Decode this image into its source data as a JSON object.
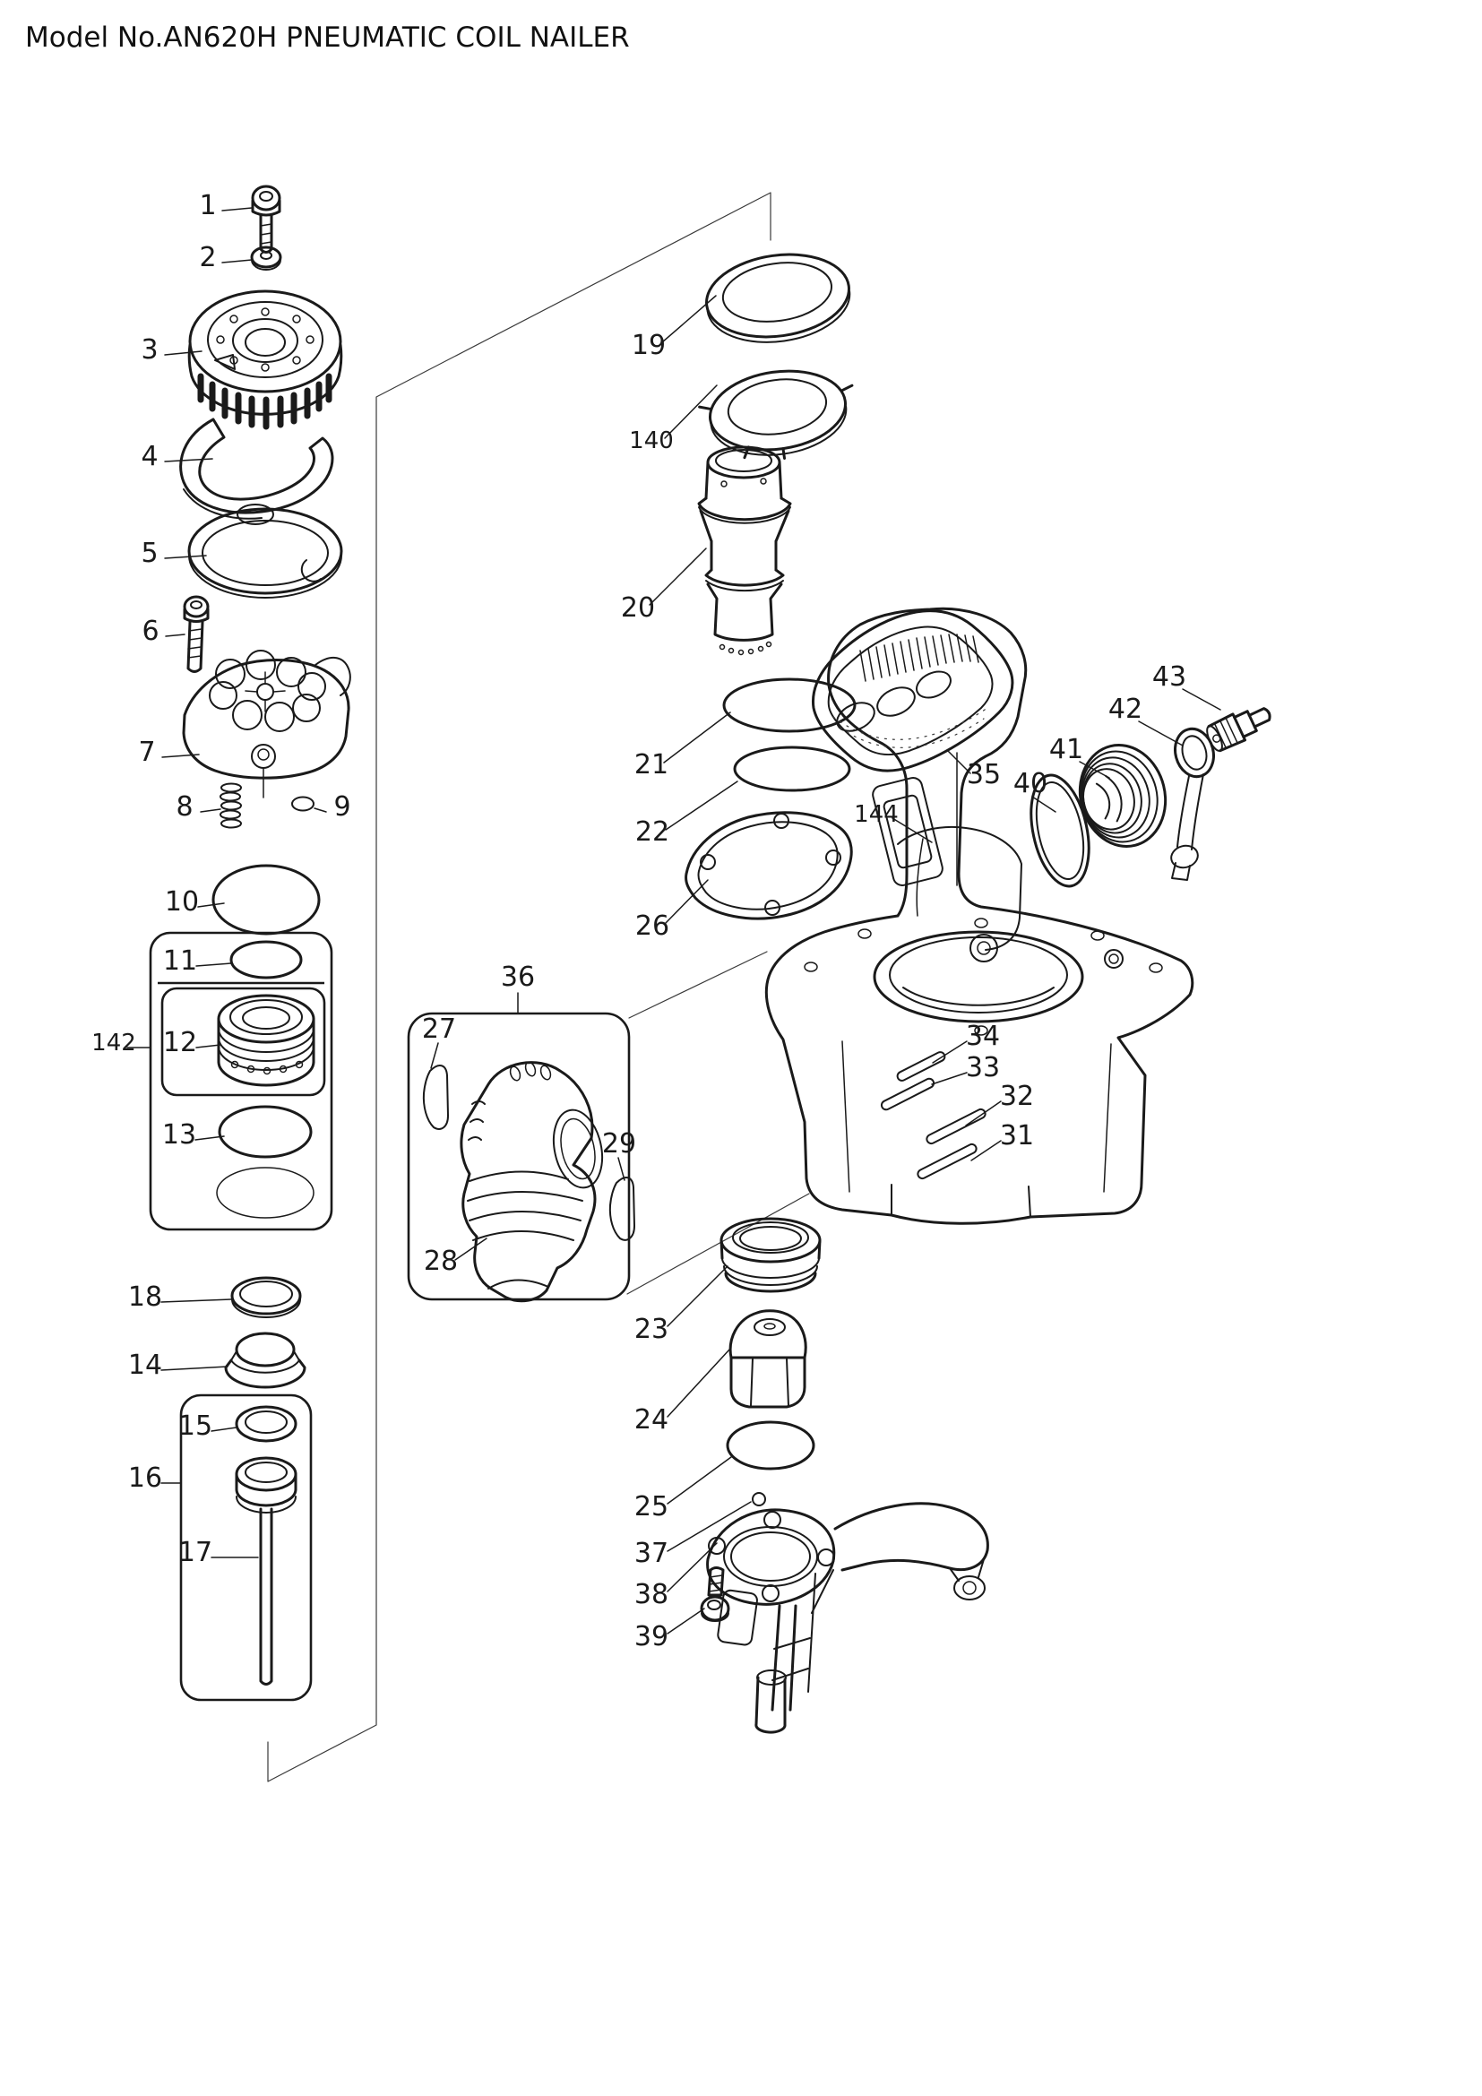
{
  "page": {
    "title": "Model No.AN620H PNEUMATIC COIL NAILER",
    "background_color": "#ffffff",
    "ink_color": "#1a1a1a"
  },
  "diagram": {
    "kind": "exploded-parts-diagram",
    "callouts": {
      "c1": {
        "ref": "1"
      },
      "c2": {
        "ref": "2"
      },
      "c3": {
        "ref": "3"
      },
      "c4": {
        "ref": "4"
      },
      "c5": {
        "ref": "5"
      },
      "c6": {
        "ref": "6"
      },
      "c7": {
        "ref": "7"
      },
      "c8": {
        "ref": "8"
      },
      "c9": {
        "ref": "9"
      },
      "c10": {
        "ref": "10"
      },
      "c11": {
        "ref": "11"
      },
      "c12": {
        "ref": "12"
      },
      "c13": {
        "ref": "13"
      },
      "c14": {
        "ref": "14"
      },
      "c15": {
        "ref": "15"
      },
      "c16": {
        "ref": "16"
      },
      "c17": {
        "ref": "17"
      },
      "c18": {
        "ref": "18"
      },
      "c19": {
        "ref": "19"
      },
      "c20": {
        "ref": "20"
      },
      "c21": {
        "ref": "21"
      },
      "c22": {
        "ref": "22"
      },
      "c23": {
        "ref": "23"
      },
      "c24": {
        "ref": "24"
      },
      "c25": {
        "ref": "25"
      },
      "c26": {
        "ref": "26"
      },
      "c27": {
        "ref": "27"
      },
      "c28": {
        "ref": "28"
      },
      "c29": {
        "ref": "29"
      },
      "c31": {
        "ref": "31"
      },
      "c32": {
        "ref": "32"
      },
      "c33": {
        "ref": "33"
      },
      "c34": {
        "ref": "34"
      },
      "c35": {
        "ref": "35"
      },
      "c36": {
        "ref": "36"
      },
      "c37": {
        "ref": "37"
      },
      "c38": {
        "ref": "38"
      },
      "c39": {
        "ref": "39"
      },
      "c40": {
        "ref": "40"
      },
      "c41": {
        "ref": "41"
      },
      "c42": {
        "ref": "42"
      },
      "c43": {
        "ref": "43"
      },
      "c140": {
        "ref": "140"
      },
      "c142": {
        "ref": "142"
      },
      "c144": {
        "ref": "144"
      }
    }
  }
}
